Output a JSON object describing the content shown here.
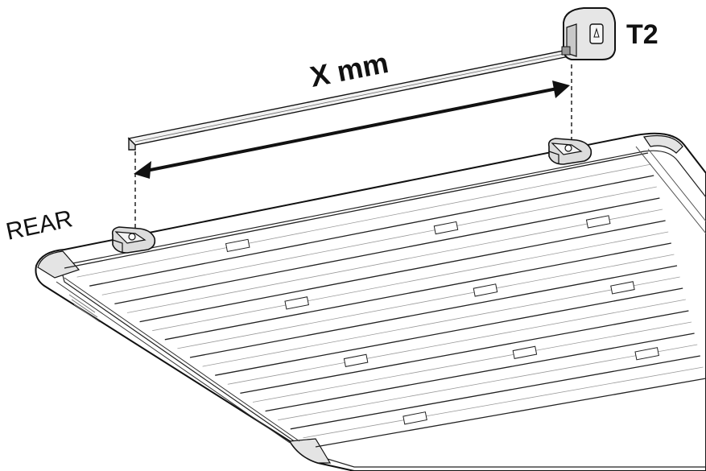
{
  "labels": {
    "measurement": "X mm",
    "tool_code": "T2",
    "side": "REAR"
  },
  "colors": {
    "line": "#111111",
    "rack_fill": "#ffffff",
    "slat_shade": "#d9d9d9",
    "tape_body": "#e6e6e6"
  },
  "icons": {
    "tape_measure": "tape-measure-icon",
    "mount_bracket": "mount-bracket-icon"
  }
}
